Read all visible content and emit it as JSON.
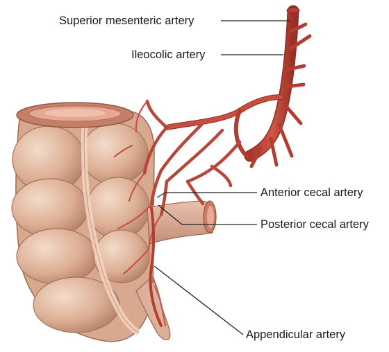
{
  "labels": {
    "superior_mesenteric": "Superior mesenteric artery",
    "ileocolic": "Ileocolic artery",
    "anterior_cecal": "Anterior cecal artery",
    "posterior_cecal": "Posterior cecal artery",
    "appendicular": "Appendicular artery"
  },
  "colors": {
    "artery": "#c0473a",
    "artery_dark": "#8e2c22",
    "colon": "#e2b79e",
    "colon_shadow": "#b98670",
    "colon_highlight": "#f3d8c6",
    "leader_line": "#222222"
  }
}
